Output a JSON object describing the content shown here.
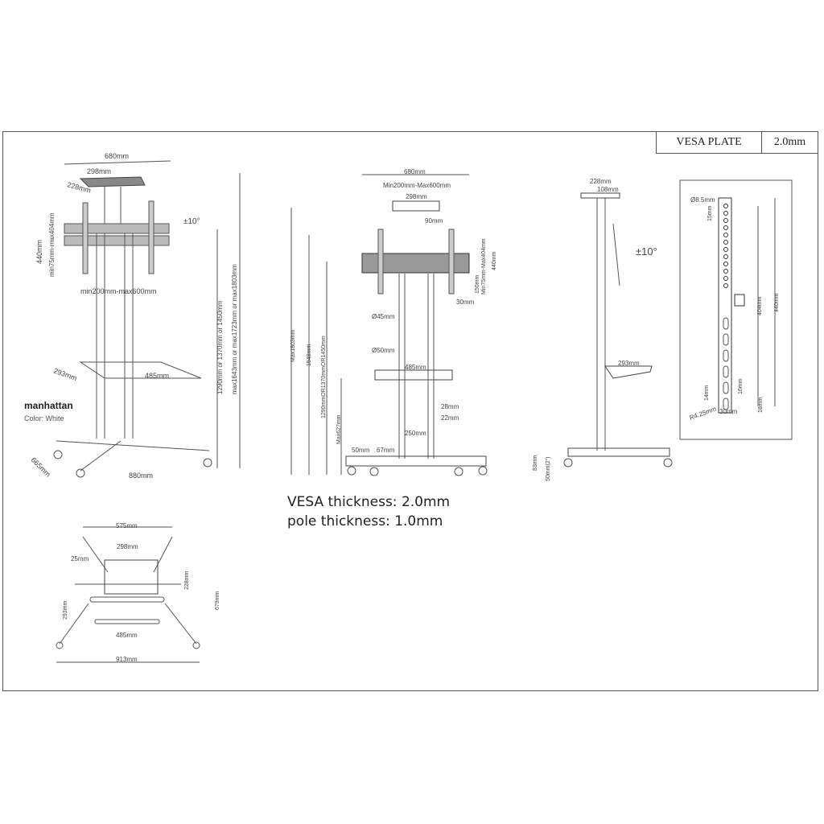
{
  "title_block": {
    "label": "VESA PLATE",
    "value": "2.0mm"
  },
  "notes": {
    "vesa_thickness": "VESA thickness: 2.0mm",
    "pole_thickness": "pole thickness: 1.0mm"
  },
  "brand": {
    "logo": "manhattan",
    "color": "Color: White"
  },
  "view_iso": {
    "width_680": "680mm",
    "tray_298": "298mm",
    "tray_228": "228mm",
    "tilt": "±10°",
    "height_440": "440mm",
    "vesa_v": "min75mm-max404mm",
    "vesa_h": "min200mm-max600mm",
    "shelf_293": "293mm",
    "shelf_485": "485mm",
    "height_opts": "1290mm or 1370mm or 1450mm",
    "max_opts": "max1643mm or max1723mm or max1803mm",
    "base_665": "665mm",
    "base_880": "880mm"
  },
  "view_front": {
    "width_680": "680mm",
    "vesa_h": "Min200mm-Max600mm",
    "tray_298": "298mm",
    "dim_90": "90mm",
    "dim_150": "150mm",
    "vesa_v": "Min75mm-Max404mm",
    "height_440": "440mm",
    "dim_30": "30mm",
    "pole_45": "Ø45mm",
    "pole_50": "Ø50mm",
    "shelf_485": "485mm",
    "max_1803": "Max1803mm",
    "h_1548": "1548mm",
    "h_opts": "1290mmOR1370mmOR1450mm",
    "max_627": "Max627mm",
    "dim_28": "28mm",
    "dim_22": "22mm",
    "dim_250": "250mm",
    "dim_50": "50mm",
    "dim_67": "67mm"
  },
  "view_side": {
    "tray_228": "228mm",
    "tray_108": "108mm",
    "tilt": "±10°",
    "shelf_293": "293mm",
    "dim_83": "83mm",
    "caster": "50mm(2\")"
  },
  "view_plate": {
    "hole": "Ø8.5mm",
    "pitch": "15mm",
    "h_404": "404mm",
    "h_440": "440mm",
    "dim_14": "14mm",
    "dim_16": "16mm",
    "radius": "R4.25mm",
    "width_30": "30mm",
    "dim_18": "18mm"
  },
  "view_top": {
    "w_575": "575mm",
    "tray_298": "298mm",
    "dim_25": "25mm",
    "tray_228": "228mm",
    "h_679": "679mm",
    "shelf_293": "293mm",
    "shelf_485": "485mm",
    "w_913": "913mm"
  }
}
